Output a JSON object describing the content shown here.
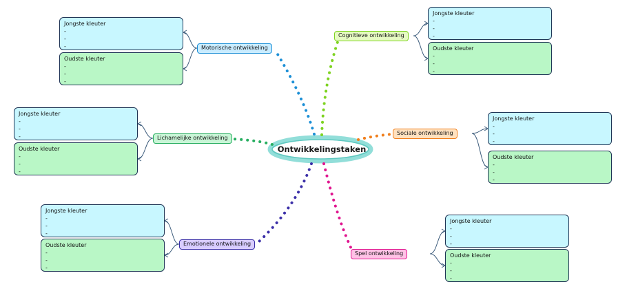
{
  "central": "Ontwikkelingstaken",
  "colors": {
    "young_fill": "#c8f7ff",
    "old_fill": "#b9f7c6",
    "box_border": "#1f3556",
    "center_ring": "#7fd8d2"
  },
  "branches": [
    {
      "id": "motorisch",
      "label": "Motorische ontwikkeling",
      "color": "#1c8fd6",
      "fill": "#c9ecff",
      "boxes": [
        {
          "title": "Jongste kleuter",
          "lines": [
            "-",
            "-",
            "-"
          ]
        },
        {
          "title": "Oudste kleuter",
          "lines": [
            "-",
            "-",
            "-"
          ]
        }
      ]
    },
    {
      "id": "cognitief",
      "label": "Cognitieve ontwikkeling",
      "color": "#7ed321",
      "fill": "#e6fbc2",
      "boxes": [
        {
          "title": "Jongste kleuter",
          "lines": [
            "-",
            "-",
            "-"
          ]
        },
        {
          "title": "Oudste kleuter",
          "lines": [
            "-",
            "-",
            "-"
          ]
        }
      ]
    },
    {
      "id": "lichamelijk",
      "label": "Lichamelijke ontwikkeling",
      "color": "#27ae60",
      "fill": "#c8f5d6",
      "boxes": [
        {
          "title": "Jongste kleuter",
          "lines": [
            "-",
            "-",
            "-"
          ]
        },
        {
          "title": "Oudste kleuter",
          "lines": [
            "-",
            "-",
            "-"
          ]
        }
      ]
    },
    {
      "id": "sociaal",
      "label": "Sociale ontwikkeling",
      "color": "#f07f1c",
      "fill": "#ffe1bf",
      "boxes": [
        {
          "title": "Jongste kleuter",
          "lines": [
            "-",
            "-",
            "-"
          ]
        },
        {
          "title": "Oudste kleuter",
          "lines": [
            "-",
            "-",
            "-"
          ]
        }
      ]
    },
    {
      "id": "emotioneel",
      "label": "Emotionele ontwikkeling",
      "color": "#3b2fa8",
      "fill": "#d8ccff",
      "boxes": [
        {
          "title": "Jongste kleuter",
          "lines": [
            "-",
            "-",
            "-"
          ]
        },
        {
          "title": "Oudste kleuter",
          "lines": [
            "-",
            "-",
            "-"
          ]
        }
      ]
    },
    {
      "id": "spel",
      "label": "Spel ontwikkeling",
      "color": "#e0168f",
      "fill": "#ffc2e6",
      "boxes": [
        {
          "title": "Jongste kleuter",
          "lines": [
            "-",
            "-",
            "-"
          ]
        },
        {
          "title": "Oudste kleuter",
          "lines": [
            "-",
            "-",
            "-"
          ]
        }
      ]
    }
  ]
}
